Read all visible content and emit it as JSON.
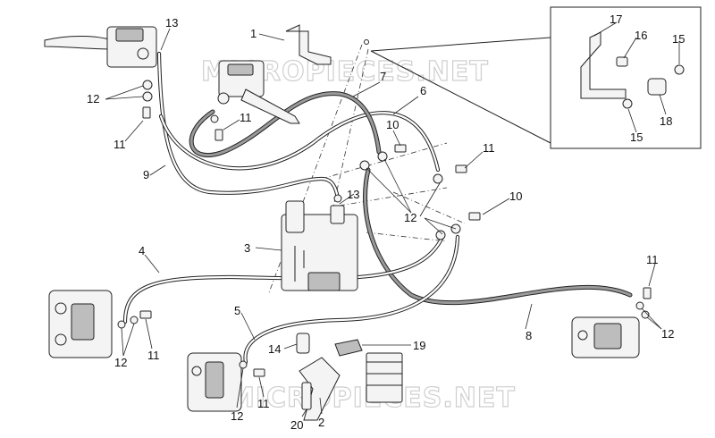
{
  "watermarks": [
    "MICROPIECES.NET",
    "MICROPIECES.NET"
  ],
  "callouts": [
    {
      "id": "c13a",
      "label": "13"
    },
    {
      "id": "c1",
      "label": "1"
    },
    {
      "id": "c7",
      "label": "7"
    },
    {
      "id": "c6",
      "label": "6"
    },
    {
      "id": "c12a",
      "label": "12"
    },
    {
      "id": "c11a",
      "label": "11"
    },
    {
      "id": "c11b",
      "label": "11"
    },
    {
      "id": "c10a",
      "label": "10"
    },
    {
      "id": "c11c",
      "label": "11"
    },
    {
      "id": "c9",
      "label": "9"
    },
    {
      "id": "c13b",
      "label": "13"
    },
    {
      "id": "c12b",
      "label": "12"
    },
    {
      "id": "c10b",
      "label": "10"
    },
    {
      "id": "c3",
      "label": "3"
    },
    {
      "id": "c4",
      "label": "4"
    },
    {
      "id": "c11d",
      "label": "11"
    },
    {
      "id": "c12c",
      "label": "12"
    },
    {
      "id": "c8",
      "label": "8"
    },
    {
      "id": "c5",
      "label": "5"
    },
    {
      "id": "c12d",
      "label": "12"
    },
    {
      "id": "c11e",
      "label": "11"
    },
    {
      "id": "c14",
      "label": "14"
    },
    {
      "id": "c19",
      "label": "19"
    },
    {
      "id": "c12e",
      "label": "12"
    },
    {
      "id": "c11f",
      "label": "11"
    },
    {
      "id": "c20",
      "label": "20"
    },
    {
      "id": "c2",
      "label": "2"
    },
    {
      "id": "c17",
      "label": "17"
    },
    {
      "id": "c16",
      "label": "16"
    },
    {
      "id": "c15a",
      "label": "15"
    },
    {
      "id": "c18",
      "label": "18"
    },
    {
      "id": "c15b",
      "label": "15"
    }
  ]
}
